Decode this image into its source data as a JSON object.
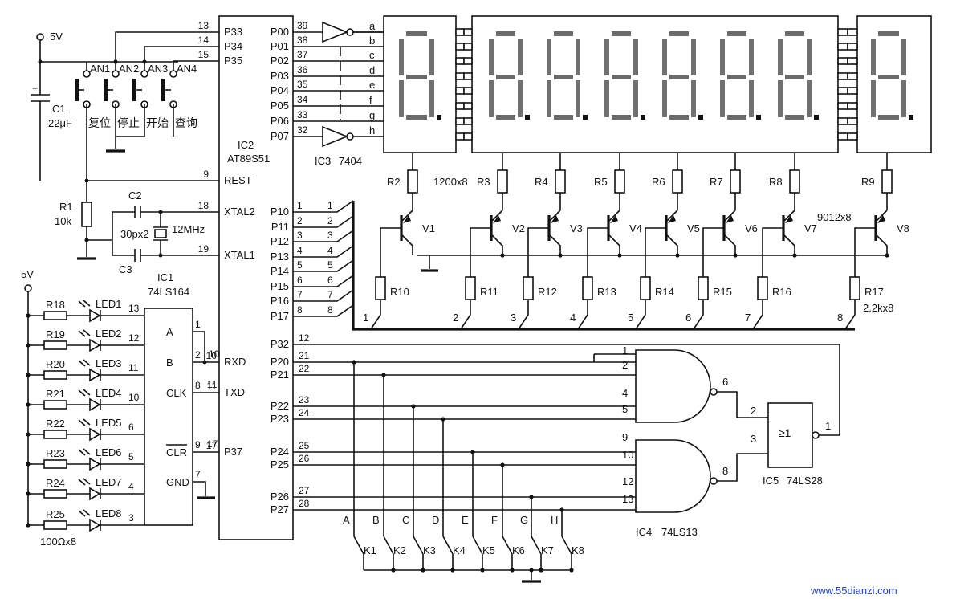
{
  "power": {
    "vcc_top": "5V",
    "vcc_left": "5V"
  },
  "buttons": {
    "names": [
      "AN1",
      "AN2",
      "AN3",
      "AN4"
    ],
    "functions": [
      "复位",
      "停止",
      "开始",
      "查询"
    ]
  },
  "capacitor_c1": {
    "name": "C1",
    "value": "22μF"
  },
  "r1": {
    "name": "R1",
    "value": "10k"
  },
  "crystal": {
    "c2": "C2",
    "c3": "C3",
    "caps": "30px2",
    "freq": "12MHz"
  },
  "ic1": {
    "ref": "IC1",
    "part": "74LS164",
    "pins": [
      "A",
      "B",
      "CLK",
      "CLR",
      "GND"
    ],
    "pin_numbers": [
      "1",
      "2",
      "8",
      "9",
      "7"
    ]
  },
  "ic2": {
    "ref": "IC2",
    "part": "AT89S51",
    "left_pins": [
      {
        "num": "13",
        "name": "P33"
      },
      {
        "num": "14",
        "name": "P34"
      },
      {
        "num": "15",
        "name": "P35"
      },
      {
        "num": "9",
        "name": "REST"
      },
      {
        "num": "18",
        "name": "XTAL2"
      },
      {
        "num": "19",
        "name": "XTAL1"
      },
      {
        "num": "10",
        "name": "RXD"
      },
      {
        "num": "11",
        "name": "TXD"
      },
      {
        "num": "17",
        "name": "P37"
      }
    ],
    "p0_pins": [
      {
        "num": "39",
        "name": "P00"
      },
      {
        "num": "38",
        "name": "P01"
      },
      {
        "num": "37",
        "name": "P02"
      },
      {
        "num": "36",
        "name": "P03"
      },
      {
        "num": "35",
        "name": "P04"
      },
      {
        "num": "34",
        "name": "P05"
      },
      {
        "num": "33",
        "name": "P06"
      },
      {
        "num": "32",
        "name": "P07"
      }
    ],
    "p1_pins": [
      {
        "num": "1",
        "name": "P10"
      },
      {
        "num": "2",
        "name": "P11"
      },
      {
        "num": "3",
        "name": "P12"
      },
      {
        "num": "4",
        "name": "P13"
      },
      {
        "num": "5",
        "name": "P14"
      },
      {
        "num": "6",
        "name": "P15"
      },
      {
        "num": "7",
        "name": "P16"
      },
      {
        "num": "8",
        "name": "P17"
      }
    ],
    "p2_pins": [
      {
        "num": "12",
        "name": "P32"
      },
      {
        "num": "21",
        "name": "P20"
      },
      {
        "num": "22",
        "name": "P21"
      },
      {
        "num": "23",
        "name": "P22"
      },
      {
        "num": "24",
        "name": "P23"
      },
      {
        "num": "25",
        "name": "P24"
      },
      {
        "num": "26",
        "name": "P25"
      },
      {
        "num": "27",
        "name": "P26"
      },
      {
        "num": "28",
        "name": "P27"
      }
    ]
  },
  "ic3": {
    "label": "IC3",
    "part": "7404"
  },
  "segments": [
    "a",
    "b",
    "c",
    "d",
    "e",
    "f",
    "g",
    "h"
  ],
  "digit_resistors": {
    "names": [
      "R2",
      "R3",
      "R4",
      "R5",
      "R6",
      "R7",
      "R8",
      "R9"
    ],
    "value": "1200x8"
  },
  "transistors": {
    "names": [
      "V1",
      "V2",
      "V3",
      "V4",
      "V5",
      "V6",
      "V7",
      "V8"
    ],
    "value": "9012x8"
  },
  "base_resistors": {
    "names": [
      "R10",
      "R11",
      "R12",
      "R13",
      "R14",
      "R15",
      "R16",
      "R17"
    ],
    "value": "2.2kx8",
    "bus_numbers": [
      "1",
      "2",
      "3",
      "4",
      "5",
      "6",
      "7",
      "8"
    ]
  },
  "leds": {
    "resistors": [
      "R18",
      "R19",
      "R20",
      "R21",
      "R22",
      "R23",
      "R24",
      "R25"
    ],
    "names": [
      "LED1",
      "LED2",
      "LED3",
      "LED4",
      "LED5",
      "LED6",
      "LED7",
      "LED8"
    ],
    "ic1_pins": [
      "13",
      "12",
      "11",
      "10",
      "6",
      "5",
      "4",
      "3"
    ],
    "value": "100Ωx8"
  },
  "ic4": {
    "label": "IC4",
    "part": "74LS13",
    "gate1_pins": [
      "1",
      "2",
      "4",
      "5",
      "6"
    ],
    "gate2_pins": [
      "9",
      "10",
      "12",
      "13",
      "8"
    ]
  },
  "ic5": {
    "label": "IC5",
    "part": "74LS28",
    "symbol": "≥1",
    "pins": [
      "2",
      "3",
      "1"
    ]
  },
  "keys": {
    "lines": [
      "A",
      "B",
      "C",
      "D",
      "E",
      "F",
      "G",
      "H"
    ],
    "names": [
      "K1",
      "K2",
      "K3",
      "K4",
      "K5",
      "K6",
      "K7",
      "K8"
    ]
  },
  "watermark": "www.55dianzi.com"
}
